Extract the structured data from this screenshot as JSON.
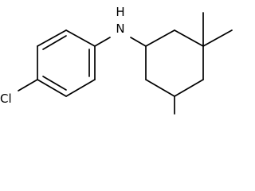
{
  "molecule": {
    "atoms": {
      "chlorine": "Cl",
      "amine": "N",
      "amine_h": "H"
    },
    "colors": {
      "bond": "#000000",
      "label": "#000000",
      "background": "#ffffff"
    }
  }
}
